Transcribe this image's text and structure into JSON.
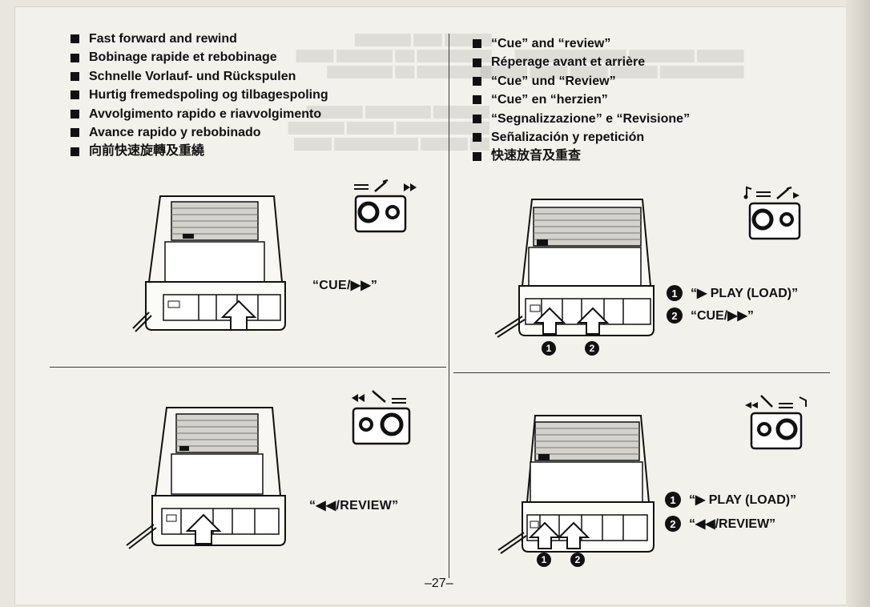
{
  "left": {
    "headings": [
      "Fast forward and rewind",
      "Bobinage rapide et rebobinage",
      "Schnelle Vorlauf- und Rückspulen",
      "Hurtig fremedspoling og tilbagespoling",
      "Avvolgimento rapido e riavvolgimento",
      "Avance rapido y rebobinado",
      "向前快速旋轉及重繞"
    ],
    "fig_top_caption": "“CUE/▶▶”",
    "fig_bottom_caption": "“◀◀/REVIEW”"
  },
  "right": {
    "headings": [
      "“Cue” and “review”",
      "Réperage avant et arrière",
      "“Cue” und “Review”",
      "“Cue” en “herzien”",
      "“Segnalizzazione” e “Revisione”",
      "Señalización y repetición",
      "快速放音及重查"
    ],
    "fig_top_steps": [
      {
        "num": "1",
        "text": "“▶ PLAY (LOAD)”"
      },
      {
        "num": "2",
        "text": "“CUE/▶▶”"
      }
    ],
    "fig_bottom_steps": [
      {
        "num": "1",
        "text": "“▶ PLAY (LOAD)”"
      },
      {
        "num": "2",
        "text": "“◀◀/REVIEW”"
      }
    ],
    "fig_top_markers": [
      "1",
      "2"
    ],
    "fig_bottom_markers": [
      "1",
      "2"
    ]
  },
  "page_number": "–27–",
  "colors": {
    "paper": "#f3f1ec",
    "ink": "#111111",
    "bleed": "#8a8780"
  }
}
